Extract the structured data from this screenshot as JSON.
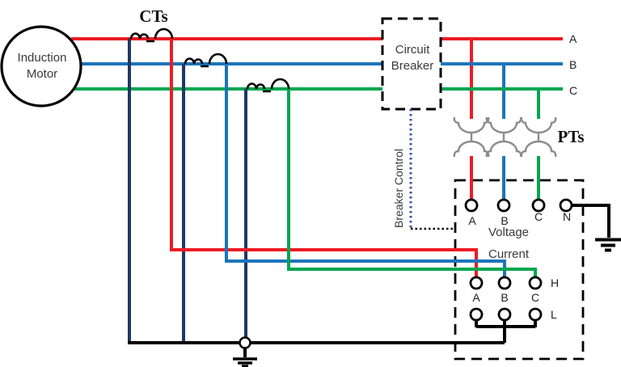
{
  "motor": {
    "label_line1": "Induction",
    "label_line2": "Motor"
  },
  "transformers": {
    "ct_label": "CTs",
    "pt_label": "PTs"
  },
  "breaker": {
    "label_line1": "Circuit",
    "label_line2": "Breaker",
    "control_label": "Breaker Control"
  },
  "phases": {
    "a": "A",
    "b": "B",
    "c": "C"
  },
  "relay": {
    "voltage": {
      "title": "Voltage",
      "terminals": [
        "A",
        "B",
        "C",
        "N"
      ]
    },
    "current": {
      "title": "Current",
      "terminals": [
        "A",
        "B",
        "C"
      ],
      "high_label": "H",
      "low_label": "L"
    }
  },
  "colors": {
    "phase_a": "#EC1C24",
    "phase_b": "#1B75BC",
    "phase_c": "#00A651",
    "ct_secondary": "#1F3864",
    "pt_winding": "#8C8C8C",
    "breaker_control": "#3953A4",
    "wire_black": "#000000",
    "text": "#3A3A3A"
  }
}
